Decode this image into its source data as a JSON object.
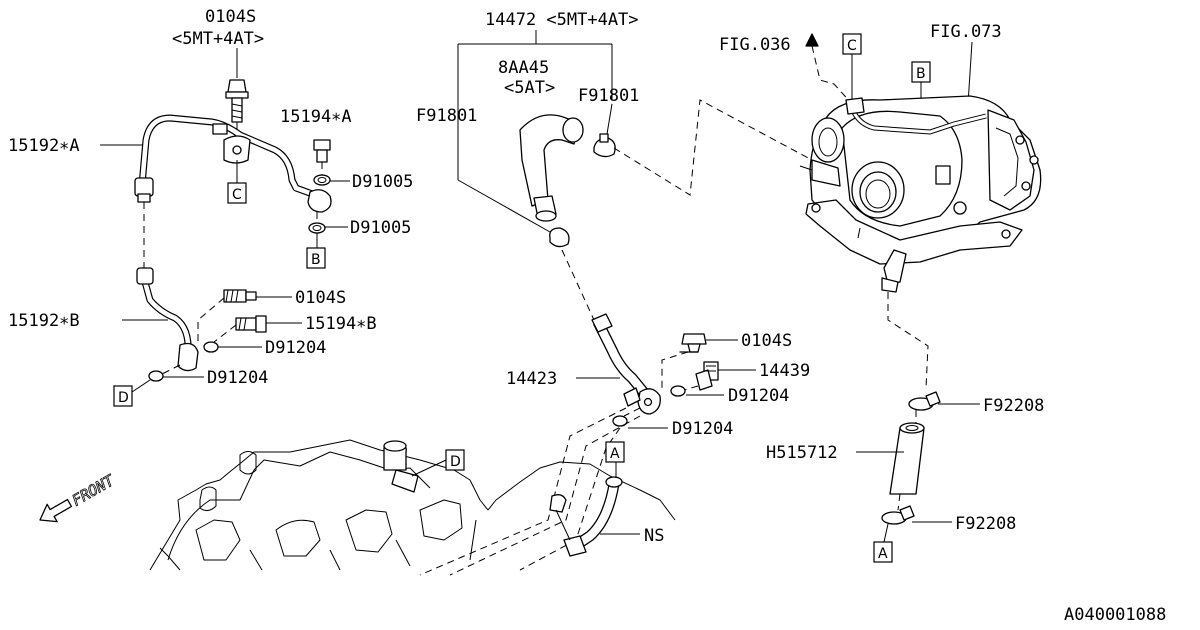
{
  "diagram": {
    "drawing_code": "A040001088",
    "labels": {
      "p0104s_top": "0104S",
      "p0104s_top_variant": "<5MT+4AT>",
      "p15194a": "15194∗A",
      "p15192a": "15192∗A",
      "d91005_1": "D91005",
      "d91005_2": "D91005",
      "p0104s_mid": "0104S",
      "p15194b": "15194∗B",
      "p15192b": "15192∗B",
      "d91204_1": "D91204",
      "d91204_2": "D91204",
      "p14472": "14472 <5MT+4AT>",
      "p8aa45": "8AA45",
      "p8aa45_variant": "<5AT>",
      "f91801_left": "F91801",
      "f91801_right": "F91801",
      "fig036": "FIG.036",
      "fig073": "FIG.073",
      "p0104s_right": "0104S",
      "p14439": "14439",
      "p14423": "14423",
      "d91204_3": "D91204",
      "d91204_4": "D91204",
      "f92208_1": "F92208",
      "h515712": "H515712",
      "f92208_2": "F92208",
      "ns": "NS",
      "front": "FRONT"
    },
    "ref_boxes": {
      "c_pipe": "C",
      "b_pipe": "B",
      "d_left": "D",
      "c_turbo": "C",
      "b_turbo": "B",
      "d_engine": "D",
      "a_engine": "A",
      "a_hose": "A"
    }
  }
}
